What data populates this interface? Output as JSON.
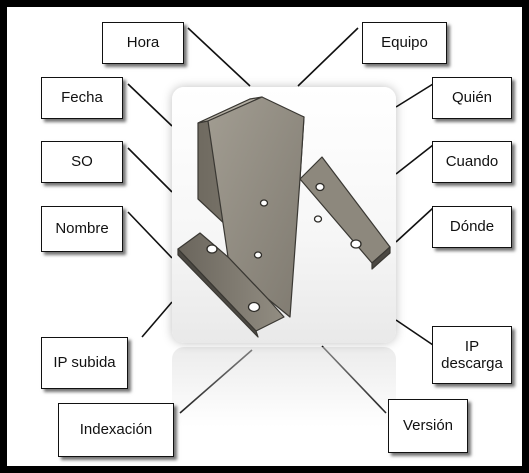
{
  "labels": {
    "hora": "Hora",
    "equipo": "Equipo",
    "fecha": "Fecha",
    "quien": "Quién",
    "so": "SO",
    "cuando": "Cuando",
    "nombre": "Nombre",
    "donde": "Dónde",
    "ip_subida": "IP subida",
    "ip_descarga": "IP descarga",
    "indexacion": "Indexación",
    "version": "Versión"
  },
  "colors": {
    "background": "#000000",
    "panel": "#ffffff",
    "label_border": "#111111",
    "metal": "#8c877c"
  },
  "icons": {
    "center_image": "metal-bracket-part"
  }
}
